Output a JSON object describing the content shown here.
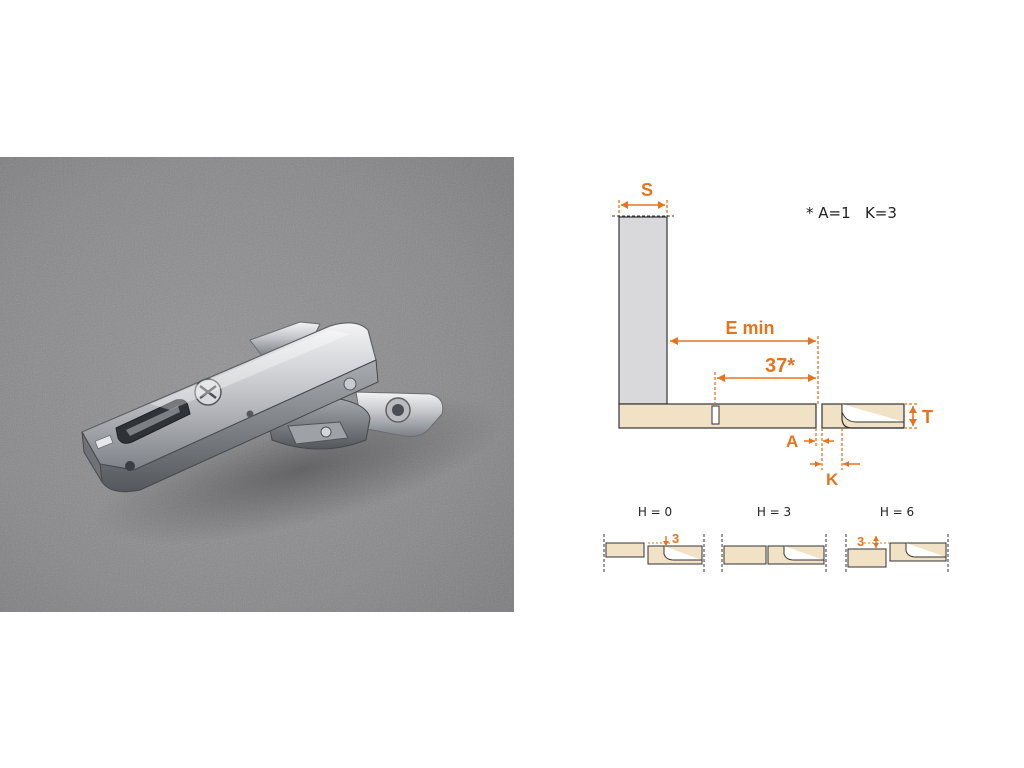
{
  "colors": {
    "dimension": "#e8731e",
    "panel_gray": "#d9d9db",
    "panel_wood": "#f1e2c6",
    "outline": "#333333",
    "photo_background": "#8a8a8c"
  },
  "photo": {
    "subject": "concealed cabinet hinge"
  },
  "diagram": {
    "note": "* A=1   K=3",
    "labels": {
      "s": "S",
      "e_min": "E min",
      "d37": "37*",
      "t": "T",
      "a": "A",
      "k": "K"
    },
    "variants": [
      {
        "label": "H = 0",
        "dim": "3"
      },
      {
        "label": "H = 3",
        "dim": ""
      },
      {
        "label": "H = 6",
        "dim": "3"
      }
    ]
  }
}
